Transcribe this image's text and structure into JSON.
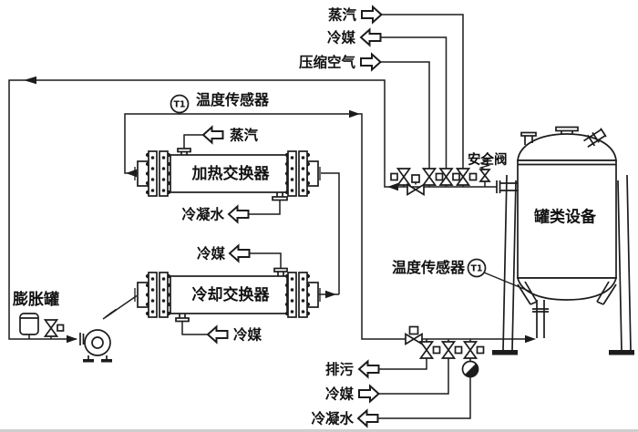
{
  "colors": {
    "ink": "#1c1c1c",
    "background": "#ffffff"
  },
  "labels": {
    "steam_top": "蒸汽",
    "coolant_top": "冷媒",
    "compressed_air_top": "压缩空气",
    "temperature_sensor_left": "温度传感器",
    "sensor_tag_left": "T1",
    "steam_heating": "蒸汽",
    "heating_exchanger": "加热交换器",
    "condensate_heating": "冷凝水",
    "coolant_out_cooling": "冷媒",
    "cooling_exchanger": "冷却交换器",
    "coolant_in_cooling": "冷媒",
    "expansion_tank": "膨胀罐",
    "safety_valve": "安全阀",
    "tank": "罐类设备",
    "temperature_sensor_right": "温度传感器",
    "sensor_tag_right": "T1",
    "drain_bottom": "排污",
    "coolant_bottom": "冷媒",
    "condensate_bottom": "冷凝水"
  }
}
